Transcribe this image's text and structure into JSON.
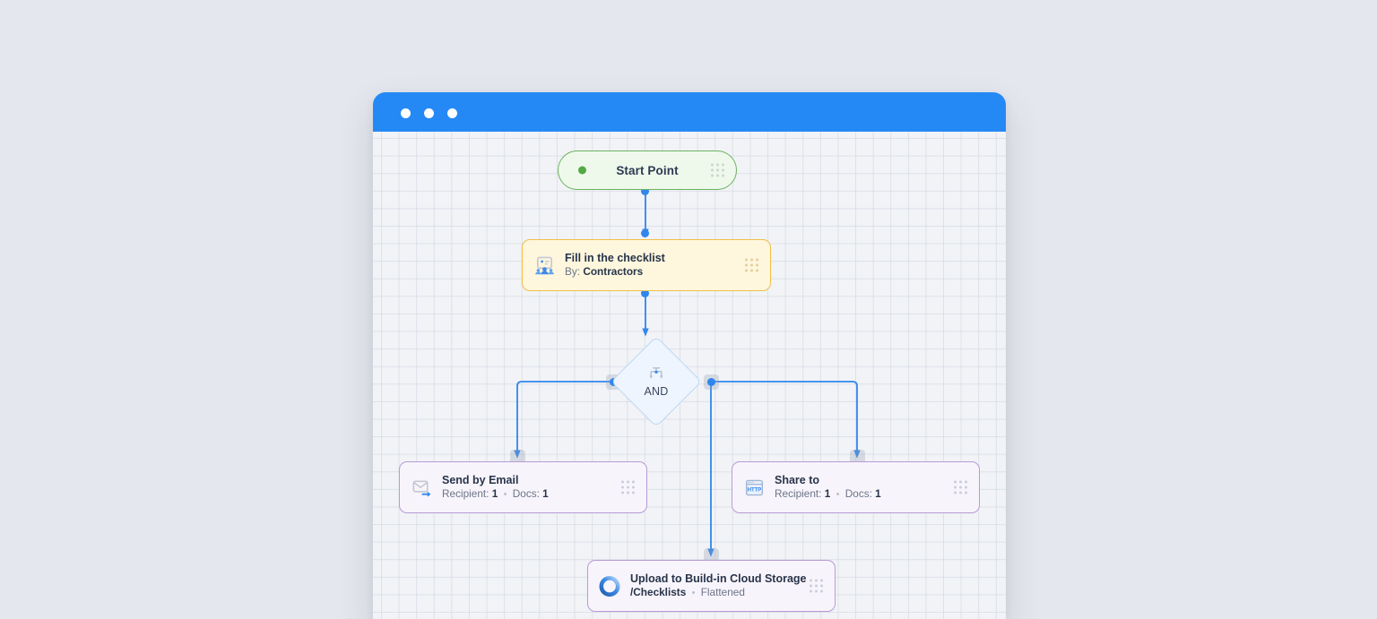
{
  "window": {
    "titlebar_color": "#2589f5",
    "canvas_color": "#f1f3f6",
    "traffic_lights": [
      "close-dot",
      "minimize-dot",
      "maximize-dot"
    ]
  },
  "flow": {
    "start": {
      "label": "Start Point",
      "icon": "green-status-dot",
      "handle": "drag-handle-icon",
      "accent": "#55a846"
    },
    "task": {
      "title": "Fill in the checklist",
      "subtitle_prefix": "By:",
      "subtitle_value": "Contractors",
      "icon": "assign-to-people-icon",
      "handle": "drag-handle-icon",
      "accent": "#f0bf4a"
    },
    "gateway": {
      "label": "AND",
      "icon": "split-branch-icon",
      "accent": "#bed7f3"
    },
    "actions": [
      {
        "title": "Send by Email",
        "meta_label_1": "Recipient:",
        "meta_value_1": "1",
        "separator": "•",
        "meta_label_2": "Docs:",
        "meta_value_2": "1",
        "icon": "envelope-send-icon",
        "handle": "drag-handle-icon",
        "accent": "#b79bd6"
      },
      {
        "title": "Share to",
        "meta_label_1": "Recipient:",
        "meta_value_1": "1",
        "separator": "•",
        "meta_label_2": "Docs:",
        "meta_value_2": "1",
        "icon": "http-window-icon",
        "icon_text": "HTTP",
        "handle": "drag-handle-icon",
        "accent": "#b79bd6"
      },
      {
        "title": "Upload to Build-in Cloud Storage",
        "meta_label_1": "/Checklists",
        "meta_value_1": "",
        "separator": "•",
        "meta_label_2": "Flattened",
        "meta_value_2": "",
        "icon": "cloud-storage-ring-icon",
        "handle": "drag-handle-icon",
        "accent": "#b79bd6"
      }
    ],
    "edge_color": "#2f86ef"
  }
}
